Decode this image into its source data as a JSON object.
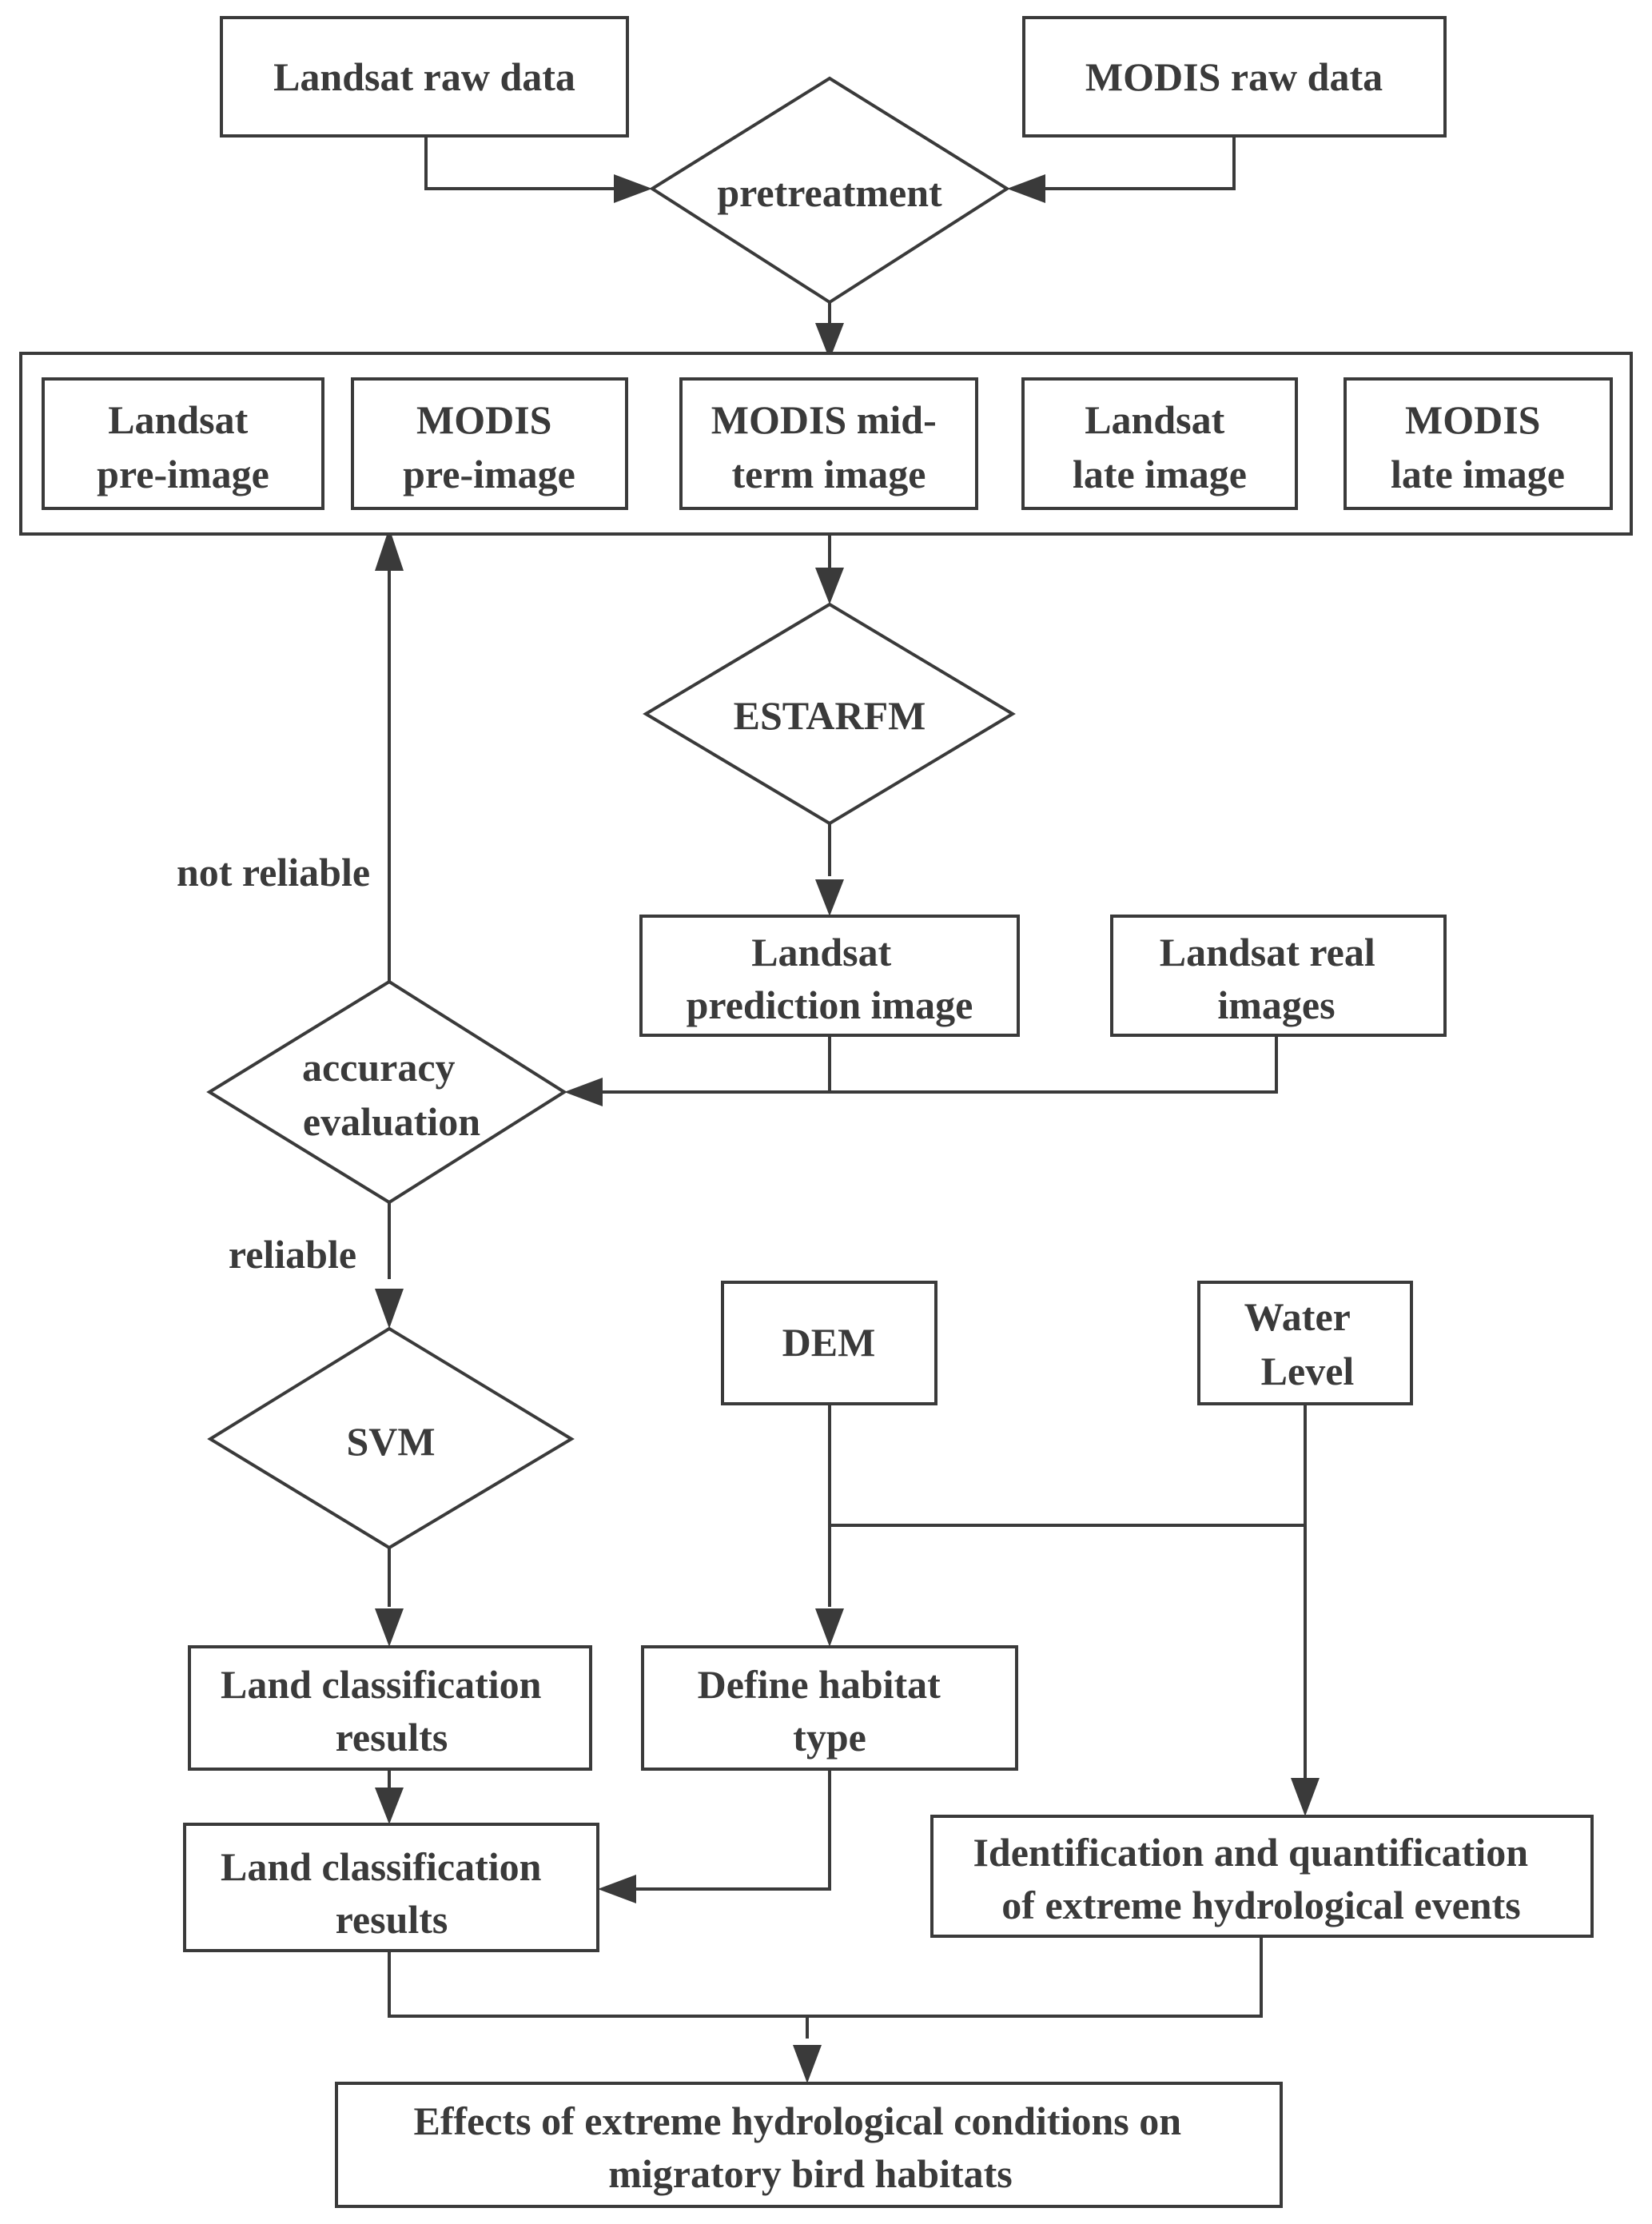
{
  "nodes": {
    "landsat_raw": {
      "lines": [
        "Landsat raw data"
      ]
    },
    "modis_raw": {
      "lines": [
        "MODIS raw data"
      ]
    },
    "pretreatment": {
      "lines": [
        "pretreatment"
      ]
    },
    "landsat_pre": {
      "lines": [
        "Landsat",
        "pre-image"
      ]
    },
    "modis_pre": {
      "lines": [
        "MODIS",
        "pre-image"
      ]
    },
    "modis_mid": {
      "lines": [
        "MODIS mid-",
        "term image"
      ]
    },
    "landsat_late": {
      "lines": [
        "Landsat",
        "late image"
      ]
    },
    "modis_late": {
      "lines": [
        "MODIS",
        "late image"
      ]
    },
    "estarfm": {
      "lines": [
        "ESTARFM"
      ]
    },
    "landsat_prediction": {
      "lines": [
        "Landsat",
        "prediction image"
      ]
    },
    "landsat_real": {
      "lines": [
        "Landsat real",
        "images"
      ]
    },
    "accuracy": {
      "lines": [
        "accuracy",
        "evaluation"
      ]
    },
    "svm": {
      "lines": [
        "SVM"
      ]
    },
    "dem": {
      "lines": [
        "DEM"
      ]
    },
    "water_level": {
      "lines": [
        "Water",
        "Level"
      ]
    },
    "land_class_1": {
      "lines": [
        "Land classification",
        "results"
      ]
    },
    "define_habitat": {
      "lines": [
        "Define habitat",
        "type"
      ]
    },
    "land_class_2": {
      "lines": [
        "Land classification",
        "results"
      ]
    },
    "identification": {
      "lines": [
        "Identification and quantification",
        "of extreme hydrological events"
      ]
    },
    "effects": {
      "lines": [
        "Effects of extreme hydrological conditions on",
        "migratory bird habitats"
      ]
    }
  },
  "edge_labels": {
    "not_reliable": "not reliable",
    "reliable": "reliable"
  }
}
